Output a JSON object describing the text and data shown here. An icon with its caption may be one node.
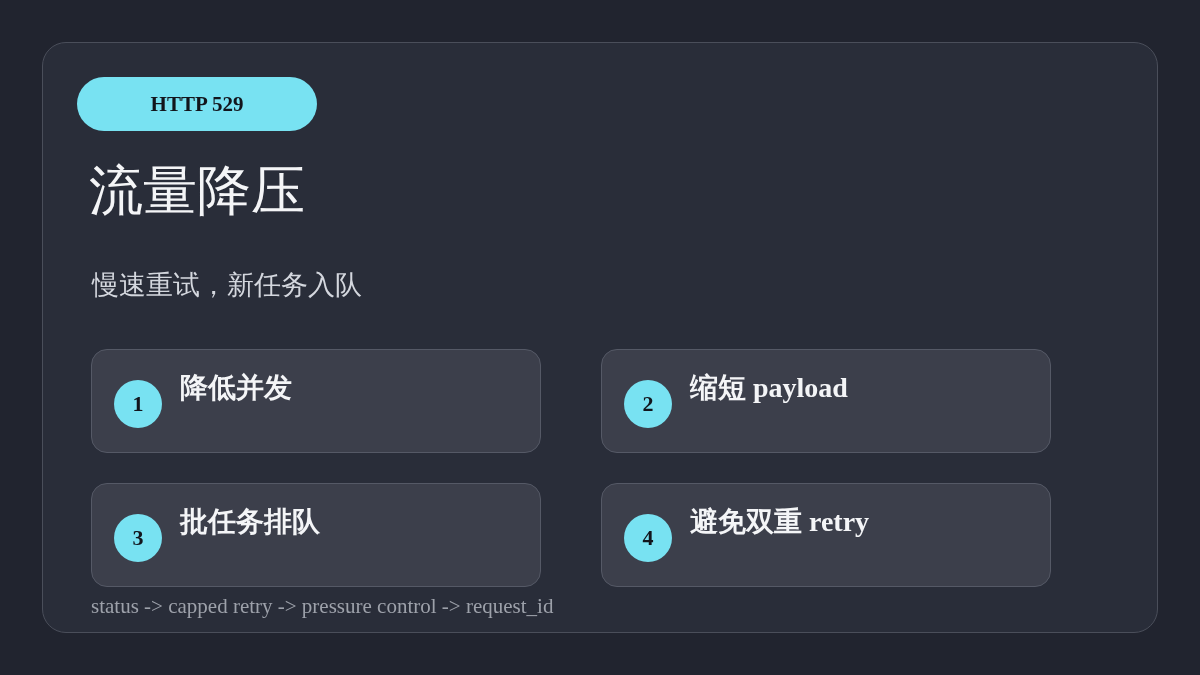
{
  "diagram": {
    "title": "流量降压",
    "nodes": [
      {
        "text": [],
        "shape": "box"
      },
      {
        "text": [
          "HTTP 529"
        ],
        "in": 0
      },
      {
        "text": [
          "降低并发"
        ],
        "in": 0
      },
      {
        "text": [
          "1"
        ],
        "in": 2
      },
      {
        "text": [
          "缩短 payload"
        ],
        "in": 0
      },
      {
        "text": [
          "2"
        ],
        "in": 4
      },
      {
        "text": [
          "批任务排队"
        ],
        "in": 0
      },
      {
        "text": [
          "3"
        ],
        "in": 6
      },
      {
        "text": [
          "避免双重 retry"
        ],
        "in": 0
      },
      {
        "text": [
          "4"
        ],
        "in": 8
      }
    ],
    "labels": [
      "慢速重试，新任务入队",
      "status -> capped retry -> pressure control -> request_id"
    ]
  }
}
